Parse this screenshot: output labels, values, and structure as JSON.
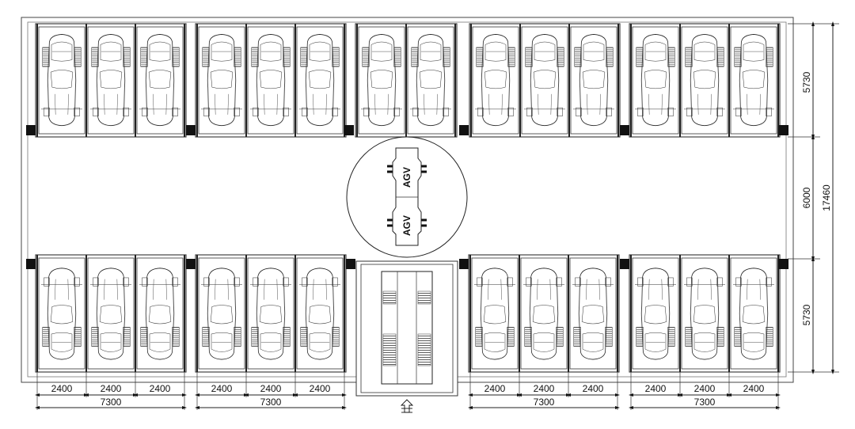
{
  "drawing": {
    "agv_label": "AGV",
    "top_row": [
      3,
      3,
      2,
      3,
      3
    ],
    "bottom_row": [
      3,
      3,
      "lift",
      3,
      3
    ],
    "bay_width_label": "2400",
    "group_width_label": "7300",
    "right_dims": {
      "top_depth": "5730",
      "aisle": "6000",
      "bottom_depth": "5730",
      "total": "17460"
    },
    "entrance_symbol": "up-arrow"
  }
}
